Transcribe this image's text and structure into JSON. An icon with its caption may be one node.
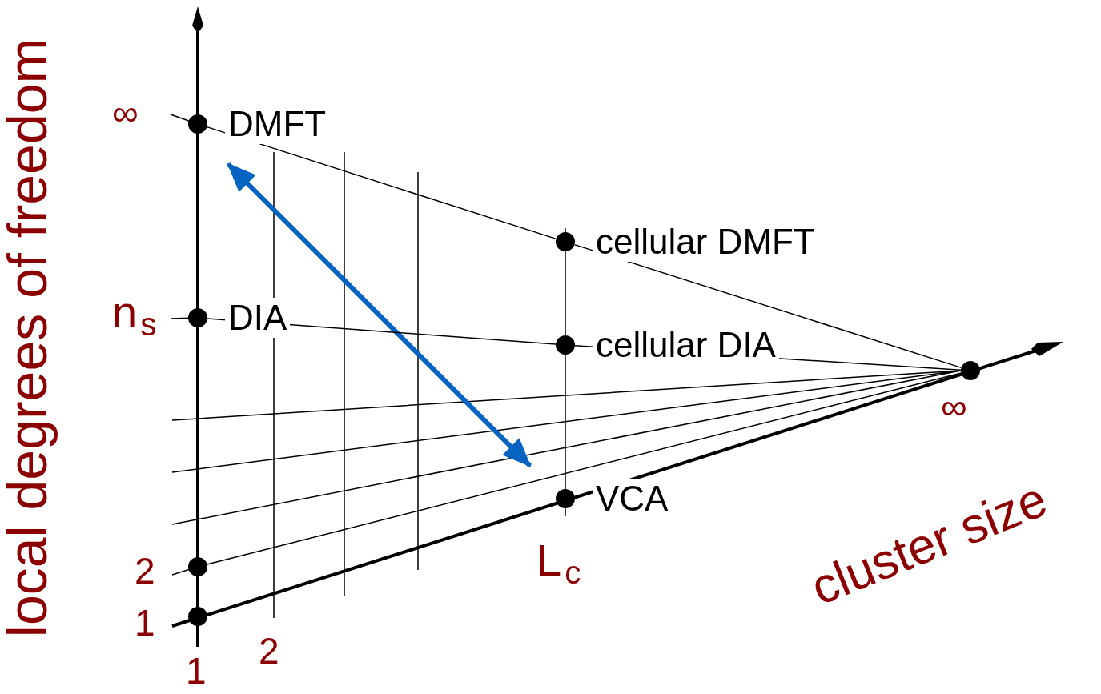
{
  "diagram": {
    "nodes": [
      {
        "text": [],
        "shape": "circle",
        "beside": [
          "DMFT"
        ]
      },
      {
        "text": [],
        "shape": "circle",
        "beside": [
          "cellular DMFT"
        ]
      },
      {
        "text": [],
        "shape": "circle",
        "beside": [
          "DIA"
        ]
      },
      {
        "text": [],
        "shape": "circle",
        "beside": [
          "cellular DIA"
        ]
      },
      {
        "text": [],
        "shape": "circle"
      },
      {
        "text": [],
        "shape": "circle",
        "beside": [
          "VCA"
        ]
      },
      {
        "text": [],
        "shape": "circle"
      },
      {
        "text": [],
        "shape": "circle"
      }
    ],
    "edges": [
      {
        "from": 0,
        "to": 1,
        "arrow": "none"
      },
      {
        "from": 1,
        "to": 4,
        "arrow": "none"
      },
      {
        "from": 2,
        "to": 3,
        "arrow": "none"
      },
      {
        "from": 3,
        "to": 4,
        "arrow": "none"
      },
      {
        "from": 6,
        "to": 4,
        "arrow": "none"
      }
    ],
    "labels": [
      "∞",
      "n$_{s}$",
      "2",
      "1",
      "1",
      "2",
      "L$_{c}$",
      "∞",
      "local degrees of freedom",
      "cluster size"
    ]
  }
}
